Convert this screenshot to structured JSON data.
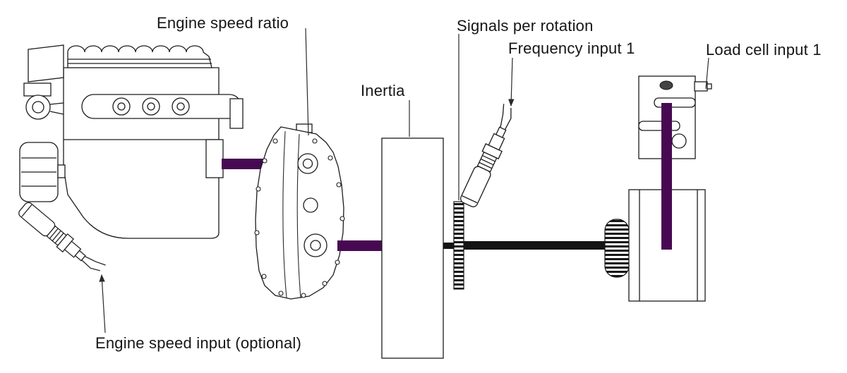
{
  "labels": {
    "engine_speed_ratio": "Engine speed ratio",
    "signals_per_rotation": "Signals per rotation",
    "frequency_input_1": "Frequency input 1",
    "inertia": "Inertia",
    "load_cell_input_1": "Load cell input 1",
    "engine_speed_input": "Engine speed input (optional)"
  },
  "colors": {
    "shaft_purple": "#470a52",
    "shaft_black": "#141414",
    "line": "#1c1c1c",
    "background": "#ffffff"
  }
}
